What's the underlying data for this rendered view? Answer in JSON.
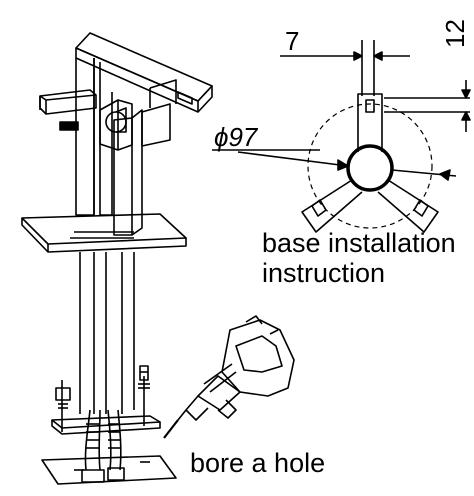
{
  "labels": {
    "dim_width": "7",
    "dim_offset": "12",
    "diameter": "ϕ97",
    "base_line1": "base installation",
    "base_line2": "instruction",
    "bore": "bore a hole"
  },
  "colors": {
    "stroke": "#000000",
    "background": "#ffffff"
  },
  "icons": [
    "faucet-icon",
    "base-plate-icon",
    "drill-icon",
    "dimension-arrow-icon"
  ]
}
